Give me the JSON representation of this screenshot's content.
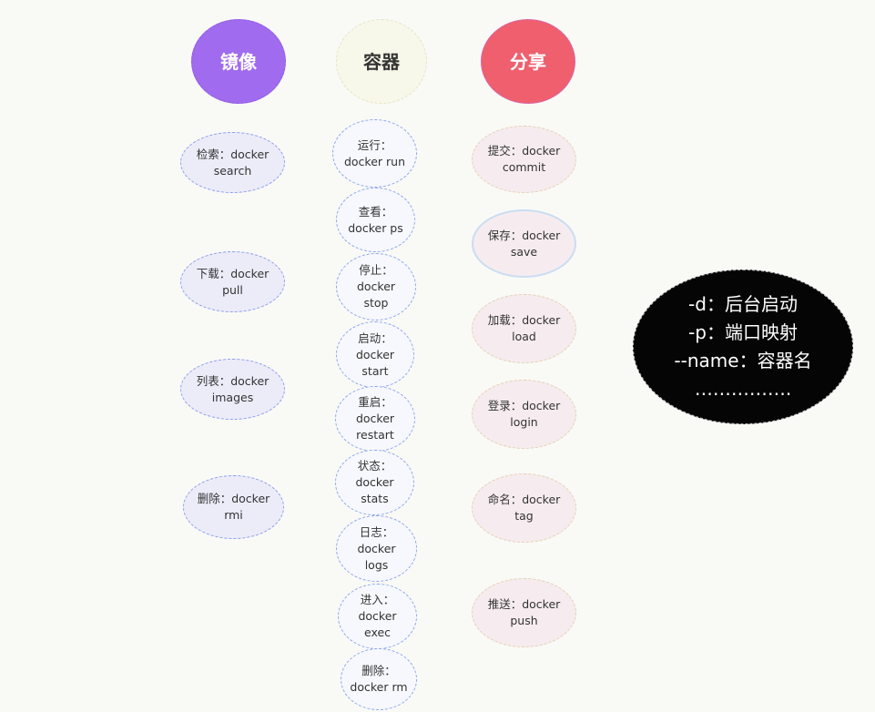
{
  "headers": {
    "image": "镜像",
    "container": "容器",
    "share": "分享"
  },
  "image_commands": [
    "检索：docker\nsearch",
    "下载：docker\npull",
    "列表：docker\nimages",
    "删除：docker\nrmi"
  ],
  "container_commands": [
    "运行：\ndocker run",
    "查看：\ndocker ps",
    "停止：\ndocker\nstop",
    "启动：\ndocker\nstart",
    "重启：\ndocker\nrestart",
    "状态：\ndocker\nstats",
    "日志：\ndocker\nlogs",
    "进入：\ndocker\nexec",
    "删除：\ndocker rm"
  ],
  "share_commands": [
    "提交：docker\ncommit",
    "保存：docker\nsave",
    "加载：docker\nload",
    "登录：docker\nlogin",
    "命名：docker\ntag",
    "推送：docker\npush"
  ],
  "options_note": "-d：后台启动\n-p：端口映射\n--name：容器名\n……………."
}
